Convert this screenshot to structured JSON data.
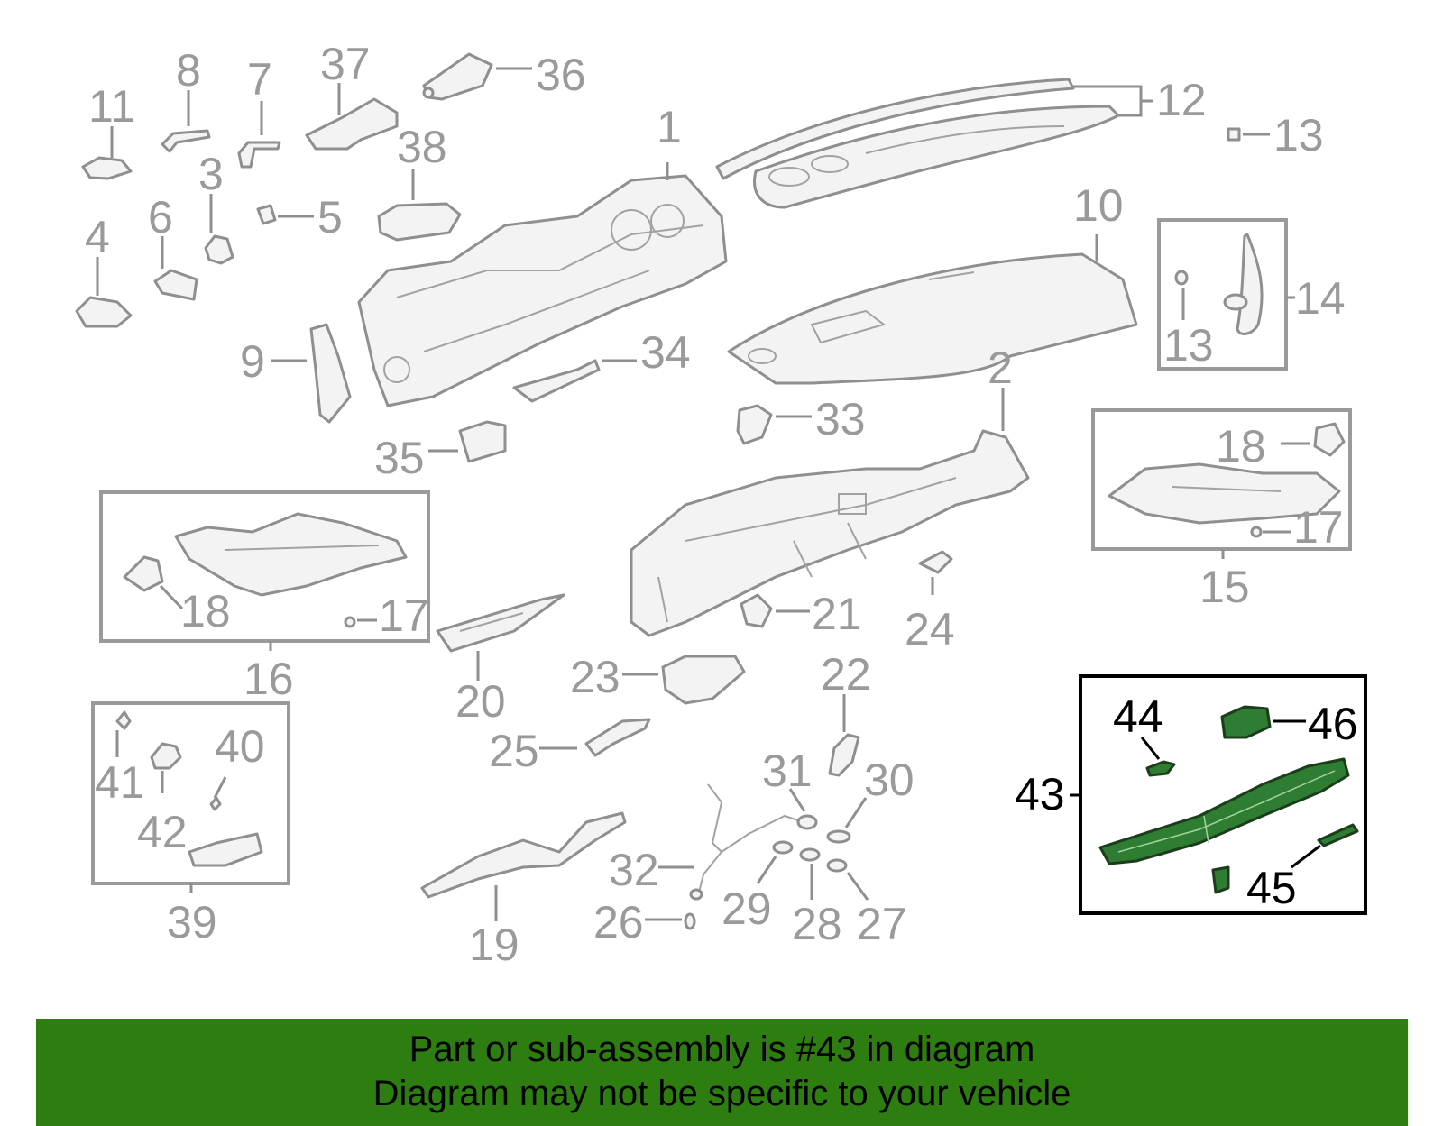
{
  "colors": {
    "highlight": "#2e7d32",
    "banner": "#2e7d10",
    "part_line": "#8f8f8f",
    "label_gray": "#9a9a9a"
  },
  "highlighted_part": "43",
  "labels": {
    "p1": "1",
    "p2": "2",
    "p3": "3",
    "p4": "4",
    "p5": "5",
    "p6": "6",
    "p7": "7",
    "p8": "8",
    "p9": "9",
    "p10": "10",
    "p11": "11",
    "p12": "12",
    "p13a": "13",
    "p13b": "13",
    "p14": "14",
    "p15": "15",
    "p16": "16",
    "p17a": "17",
    "p17b": "17",
    "p18a": "18",
    "p18b": "18",
    "p19": "19",
    "p20": "20",
    "p21": "21",
    "p22": "22",
    "p23": "23",
    "p24": "24",
    "p25": "25",
    "p26": "26",
    "p27": "27",
    "p28": "28",
    "p29": "29",
    "p30": "30",
    "p31": "31",
    "p32": "32",
    "p33": "33",
    "p34": "34",
    "p35": "35",
    "p36": "36",
    "p37": "37",
    "p38": "38",
    "p39": "39",
    "p40": "40",
    "p41": "41",
    "p42": "42",
    "p43": "43",
    "p44": "44",
    "p45": "45",
    "p46": "46"
  },
  "banner": {
    "line1": "Part or sub-assembly is #43 in diagram",
    "line2": "Diagram may not be specific to your vehicle"
  }
}
